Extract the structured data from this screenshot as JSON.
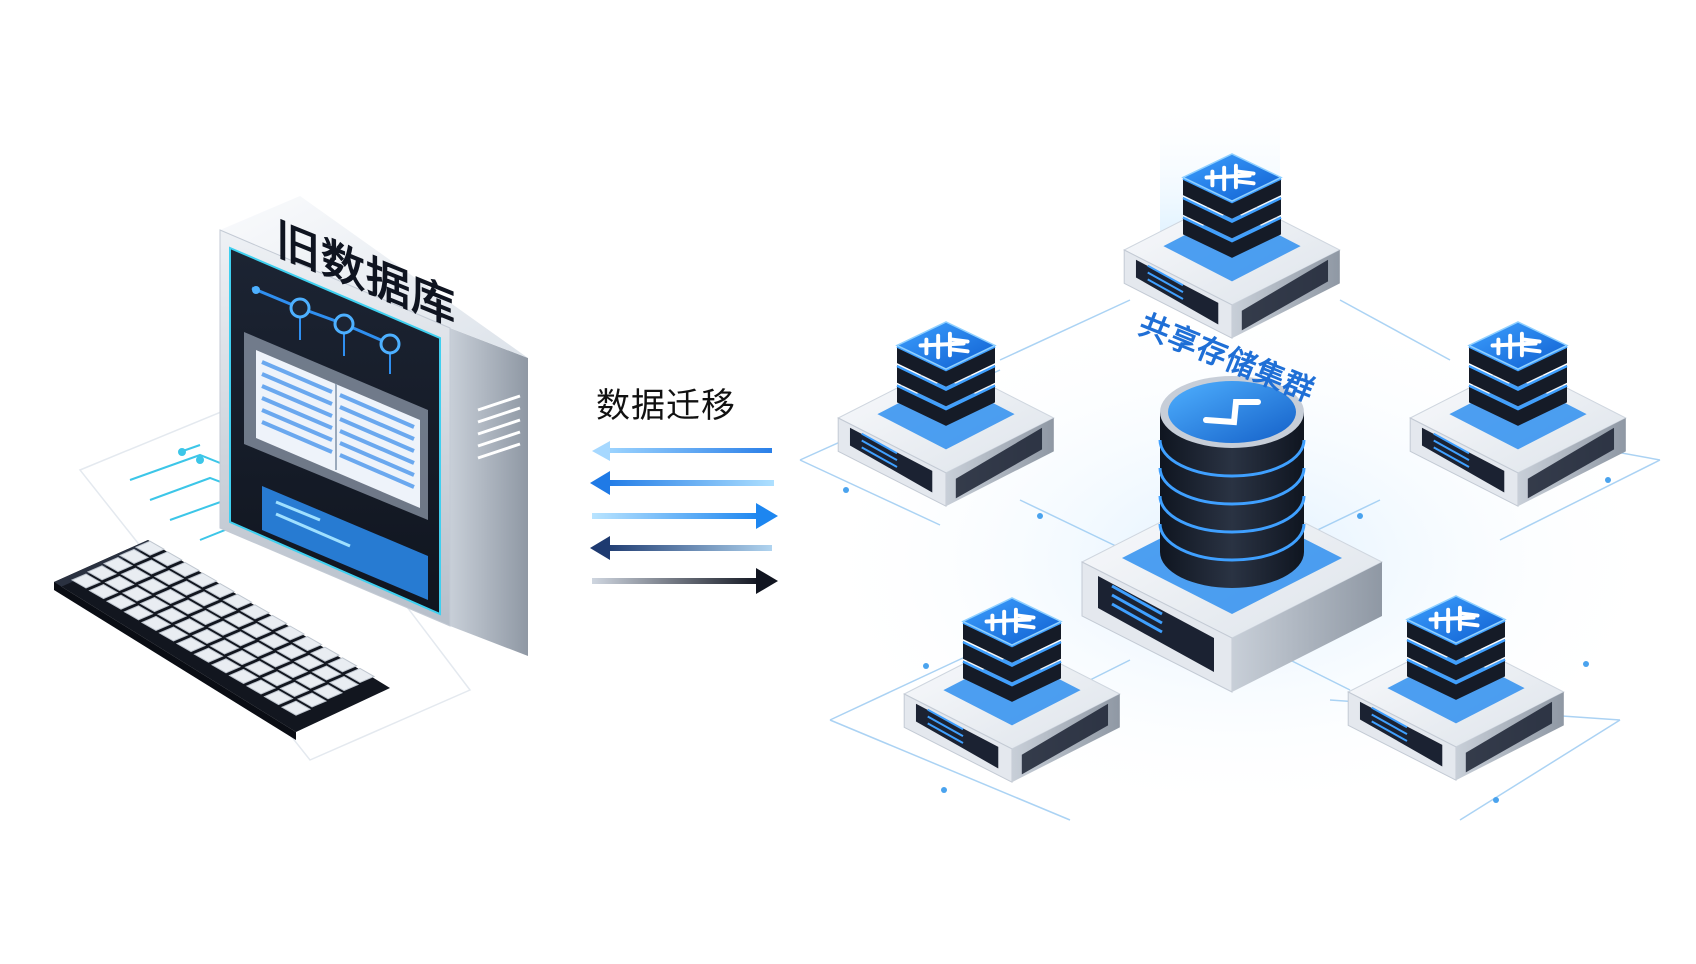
{
  "legacy_database": {
    "label": "旧数据库"
  },
  "migration": {
    "label": "数据迁移"
  },
  "cluster": {
    "label": "共享存储集群"
  },
  "colors": {
    "accent_blue": "#1f6fd6",
    "bright_blue": "#2f8ff0",
    "cyan": "#2ec7e6",
    "dark": "#1b2232"
  }
}
